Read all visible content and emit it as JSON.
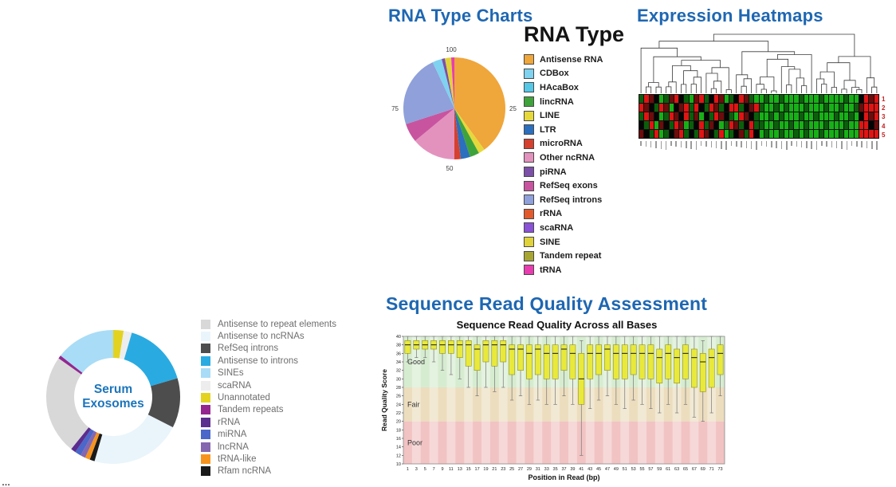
{
  "theme": {
    "title_blue": "#1E67B2",
    "center_label_blue": "#1B75BC",
    "legend_text": "#6E6E6E",
    "background": "#FFFFFF"
  },
  "sections": {
    "rna": {
      "title": "RNA Type Charts"
    },
    "heatmap": {
      "title": "Expression Heatmaps"
    },
    "quality": {
      "title": "Sequence Read Quality Assessment"
    },
    "footer": {
      "cropped_text": "…"
    }
  },
  "chart_data": [
    {
      "id": "rna-pie",
      "type": "pie",
      "title": "RNA Type Charts",
      "legend_title": "RNA Type",
      "axis_tick_labels": {
        "top": "100",
        "left": "75",
        "bottom": "50",
        "right": "25"
      },
      "slices": [
        {
          "label": "Antisense RNA",
          "color": "#EFA63B",
          "value": 40
        },
        {
          "label": "LINE",
          "color": "#E6D83B",
          "value": 2
        },
        {
          "label": "lincRNA",
          "color": "#3FA33C",
          "value": 3
        },
        {
          "label": "LTR",
          "color": "#2B6FBE",
          "value": 3
        },
        {
          "label": "microRNA",
          "color": "#D6402E",
          "value": 2
        },
        {
          "label": "Other ncRNA",
          "color": "#E392BE",
          "value": 14
        },
        {
          "label": "RefSeq exons",
          "color": "#C8549F",
          "value": 6
        },
        {
          "label": "RefSeq introns",
          "color": "#8FA0DA",
          "value": 23
        },
        {
          "label": "CDBox",
          "color": "#7FD2F0",
          "value": 3
        },
        {
          "label": "piRNA",
          "color": "#7C4FA8",
          "value": 1
        },
        {
          "label": "SINE",
          "color": "#E0D23B",
          "value": 2
        },
        {
          "label": "tRNA",
          "color": "#E93CB0",
          "value": 1
        }
      ],
      "legend": [
        {
          "label": "Antisense RNA",
          "color": "#EFA63B"
        },
        {
          "label": "CDBox",
          "color": "#7FD2F0"
        },
        {
          "label": "HAcaBox",
          "color": "#55C8E8"
        },
        {
          "label": "lincRNA",
          "color": "#3FA33C"
        },
        {
          "label": "LINE",
          "color": "#E6D83B"
        },
        {
          "label": "LTR",
          "color": "#2B6FBE"
        },
        {
          "label": "microRNA",
          "color": "#D6402E"
        },
        {
          "label": "Other ncRNA",
          "color": "#E392BE"
        },
        {
          "label": "piRNA",
          "color": "#7C4FA8"
        },
        {
          "label": "RefSeq exons",
          "color": "#C8549F"
        },
        {
          "label": "RefSeq introns",
          "color": "#8FA0DA"
        },
        {
          "label": "rRNA",
          "color": "#E2592C"
        },
        {
          "label": "scaRNA",
          "color": "#8A52D6"
        },
        {
          "label": "SINE",
          "color": "#E0D23B"
        },
        {
          "label": "Tandem repeat",
          "color": "#A8A633"
        },
        {
          "label": "tRNA",
          "color": "#E93CB0"
        }
      ]
    },
    {
      "id": "expression-heatmap",
      "type": "heatmap",
      "title": "Expression Heatmaps",
      "row_labels": [
        "1",
        "2",
        "3",
        "4",
        "5"
      ],
      "palette": {
        "G": "#17B117",
        "g": "#0A5F0A",
        "K": "#050505",
        "R": "#E11414",
        "r": "#6E0B0B"
      },
      "rows": [
        "gRrKGgrRKgGrRgKRrGgKRrgGGgGGgGGGgGGGgGGGGgGGKRrR",
        "RrKgRrGKrRgRKgRrgKRRgKrRgGGgGgGGGgGGGgGGgGGgrRRR",
        "gRrKGgRrKRgrGKgRrKgGRrKgGGgGgGGGgGGgGGGgGGgGKRrR",
        "KgRGrKgRrGgKRgrKGgRrgKRggGGgGGgGGgGGGgGGGgGGRRKr",
        "rKgRGgKrRgKgRrKgRGgKrgRKGgGGgGGgGgGGgGGGgGGGRRRR"
      ]
    },
    {
      "id": "serum-donut",
      "type": "pie",
      "subtype": "donut",
      "center_label": "Serum Exosomes",
      "slices": [
        {
          "label": "Unannotated",
          "color": "#E3D320",
          "value": 2.5
        },
        {
          "label": "scaRNA",
          "color": "#EDEDED",
          "value": 2
        },
        {
          "label": "Antisense to introns",
          "color": "#29ABE2",
          "value": 16
        },
        {
          "label": "RefSeq introns",
          "color": "#4D4D4D",
          "value": 12
        },
        {
          "label": "Antisense to ncRNAs",
          "color": "#EAF5FB",
          "value": 22
        },
        {
          "label": "Rfam ncRNA",
          "color": "#1A1A1A",
          "value": 1.2
        },
        {
          "label": "tRNA-like",
          "color": "#F7941D",
          "value": 1.2
        },
        {
          "label": "lncRNA",
          "color": "#8467AE",
          "value": 1.2
        },
        {
          "label": "miRNA",
          "color": "#4A67C9",
          "value": 1.5
        },
        {
          "label": "rRNA",
          "color": "#5B2D8E",
          "value": 1.2
        },
        {
          "label": "Antisense to repeat elements",
          "color": "#D8D8D8",
          "value": 24
        },
        {
          "label": "Tandem repeats",
          "color": "#93278F",
          "value": 0.8
        },
        {
          "label": "SINEs",
          "color": "#A9DCF6",
          "value": 14.4
        }
      ],
      "legend": [
        {
          "label": "Antisense to repeat elements",
          "color": "#D8D8D8"
        },
        {
          "label": "Antisense to ncRNAs",
          "color": "#EAF5FB"
        },
        {
          "label": "RefSeq introns",
          "color": "#4D4D4D"
        },
        {
          "label": "Antisense to introns",
          "color": "#29ABE2"
        },
        {
          "label": "SINEs",
          "color": "#A9DCF6"
        },
        {
          "label": "scaRNA",
          "color": "#EDEDED"
        },
        {
          "label": "Unannotated",
          "color": "#E3D320"
        },
        {
          "label": "Tandem repeats",
          "color": "#93278F"
        },
        {
          "label": "rRNA",
          "color": "#5B2D8E"
        },
        {
          "label": "miRNA",
          "color": "#4A67C9"
        },
        {
          "label": "lncRNA",
          "color": "#8467AE"
        },
        {
          "label": "tRNA-like",
          "color": "#F7941D"
        },
        {
          "label": "Rfam ncRNA",
          "color": "#1A1A1A"
        }
      ]
    },
    {
      "id": "read-quality-boxplot",
      "type": "boxplot",
      "title": "Sequence Read Quality Across all Bases",
      "xlabel": "Position in Read (bp)",
      "ylabel": "Read Quality Score",
      "ylim": [
        10,
        40
      ],
      "ytick_step": 2,
      "box_fill": "#E9E93C",
      "box_stroke": "#8F8F22",
      "zones": [
        {
          "label": "Good",
          "from": 28,
          "to": 40,
          "color": "#D6ECD0"
        },
        {
          "label": "Fair",
          "from": 20,
          "to": 28,
          "color": "#ECDDBE"
        },
        {
          "label": "Poor",
          "from": 10,
          "to": 20,
          "color": "#F2C3C3"
        }
      ],
      "positions": [
        1,
        3,
        5,
        7,
        9,
        11,
        13,
        15,
        17,
        19,
        21,
        23,
        25,
        27,
        29,
        31,
        33,
        35,
        37,
        39,
        41,
        43,
        45,
        47,
        49,
        51,
        53,
        55,
        57,
        59,
        61,
        63,
        65,
        67,
        69,
        71,
        73
      ],
      "median": [
        38,
        38,
        38,
        38,
        38,
        38,
        38,
        38,
        37,
        38,
        38,
        38,
        37,
        37,
        36,
        37,
        36,
        36,
        37,
        36,
        30,
        36,
        36,
        37,
        36,
        36,
        36,
        36,
        36,
        35,
        36,
        35,
        36,
        35,
        34,
        35,
        36
      ],
      "q3": [
        39,
        39,
        39,
        39,
        39,
        39,
        39,
        39,
        38,
        39,
        39,
        39,
        38,
        38,
        38,
        38,
        38,
        38,
        38,
        38,
        36,
        38,
        38,
        38,
        38,
        38,
        38,
        38,
        38,
        37,
        38,
        37,
        38,
        37,
        36,
        37,
        38
      ],
      "q1": [
        36,
        37,
        37,
        37,
        36,
        36,
        35,
        33,
        32,
        34,
        33,
        34,
        31,
        32,
        30,
        31,
        30,
        30,
        32,
        30,
        24,
        30,
        31,
        32,
        30,
        30,
        31,
        30,
        30,
        29,
        30,
        29,
        30,
        28,
        27,
        28,
        31
      ],
      "lo": [
        34,
        35,
        35,
        34,
        32,
        31,
        30,
        28,
        26,
        28,
        27,
        28,
        25,
        26,
        24,
        25,
        24,
        24,
        26,
        24,
        12,
        23,
        25,
        26,
        24,
        23,
        25,
        24,
        23,
        22,
        24,
        22,
        24,
        21,
        20,
        22,
        26
      ],
      "hi": [
        40,
        40,
        40,
        40,
        40,
        40,
        40,
        40,
        40,
        40,
        40,
        40,
        40,
        40,
        40,
        40,
        40,
        40,
        40,
        40,
        39,
        40,
        40,
        40,
        40,
        40,
        40,
        40,
        40,
        40,
        40,
        40,
        40,
        40,
        39,
        40,
        40
      ]
    }
  ]
}
